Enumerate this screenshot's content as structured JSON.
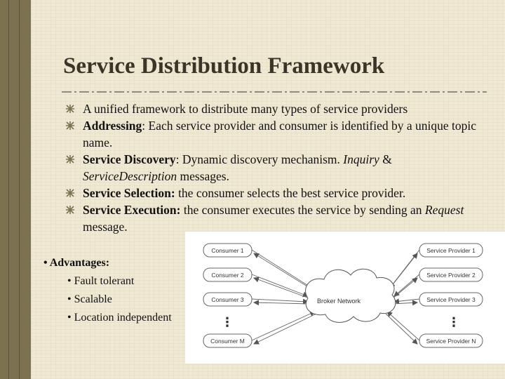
{
  "slide": {
    "title": "Service Distribution Framework",
    "bullets": [
      {
        "parts": [
          {
            "text": "A unified framework to distribute many types of service providers",
            "style": "normal"
          }
        ]
      },
      {
        "parts": [
          {
            "text": "Addressing",
            "style": "bold"
          },
          {
            "text": ": Each service provider and consumer is identified by a unique topic name.",
            "style": "normal"
          }
        ]
      },
      {
        "parts": [
          {
            "text": "Service Discovery",
            "style": "bold"
          },
          {
            "text": ": Dynamic discovery mechanism. ",
            "style": "normal"
          },
          {
            "text": "Inquiry",
            "style": "italic"
          },
          {
            "text": " & ",
            "style": "normal"
          },
          {
            "text": "ServiceDescription",
            "style": "italic"
          },
          {
            "text": " messages.",
            "style": "normal"
          }
        ]
      },
      {
        "parts": [
          {
            "text": "Service Selection:",
            "style": "bold"
          },
          {
            "text": " the consumer selects the best service provider.",
            "style": "normal"
          }
        ]
      },
      {
        "parts": [
          {
            "text": "Service Execution:",
            "style": "bold"
          },
          {
            "text": " the consumer executes the service by sending an ",
            "style": "normal"
          },
          {
            "text": "Request",
            "style": "italic"
          },
          {
            "text": " message.",
            "style": "normal"
          }
        ]
      }
    ],
    "advantages": {
      "heading": "• Advantages:",
      "items": [
        "• Fault tolerant",
        "• Scalable",
        "• Location independent"
      ]
    }
  },
  "diagram": {
    "broker_label": "Broker Network",
    "consumers": [
      "Consumer 1",
      "Consumer 2",
      "Consumer 3",
      "Consumer M"
    ],
    "providers": [
      "Service Provider 1",
      "Service Provider 2",
      "Service Provider 3",
      "Service Provider N"
    ],
    "ellipsis": "⋮"
  },
  "colors": {
    "leftbar": "#7c7251",
    "background": "#efe8d2",
    "title": "#3a3528",
    "bullet_glyph": "#7c7251"
  }
}
